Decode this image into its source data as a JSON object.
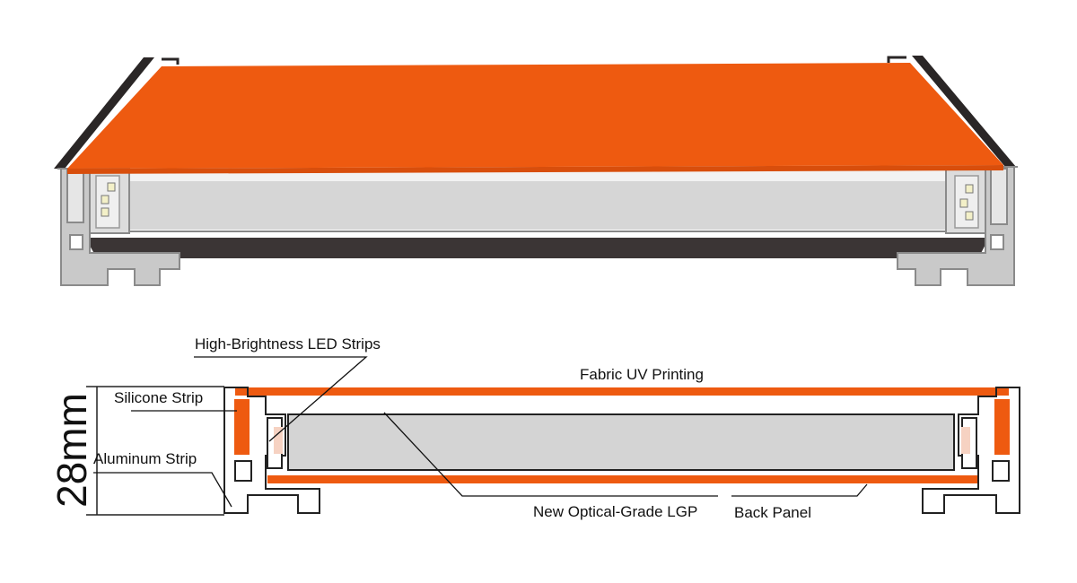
{
  "labels": {
    "led_strips": "High-Brightness LED Strips",
    "fabric": "Fabric UV Printing",
    "silicone": "Silicone Strip",
    "aluminum": "Aluminum Strip",
    "lgp": "New Optical-Grade LGP",
    "back_panel": "Back Panel",
    "thickness": "28mm"
  },
  "colors": {
    "fabric": "#ee5a10",
    "aluminum": "#c9c9c9",
    "aluminum_edge": "#8a8a8a",
    "lgp": "#d4d4d4",
    "back_panel": "#3b3535",
    "led": "#f3f0c8",
    "glow": "#f6d2c2"
  }
}
